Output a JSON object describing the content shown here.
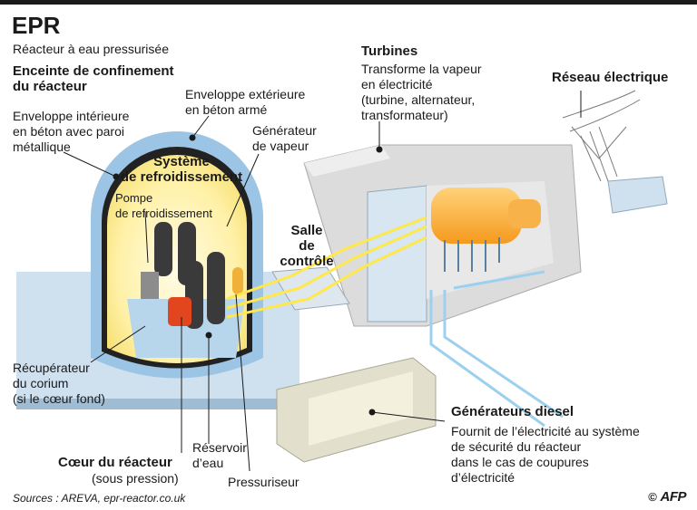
{
  "title": "EPR",
  "subtitle": "Réacteur à eau pressurisée",
  "containment": {
    "heading": [
      "Enceinte de confinement",
      "du réacteur"
    ],
    "inner_shell": [
      "Enveloppe intérieure",
      "en béton avec paroi",
      "métallique"
    ],
    "outer_shell": [
      "Enveloppe extérieure",
      "en béton armé"
    ]
  },
  "steam_generator": [
    "Générateur",
    "de vapeur"
  ],
  "cooling_system": [
    "Système",
    "de refroidissement"
  ],
  "cooling_pump": [
    "Pompe",
    "de refroidissement"
  ],
  "control_room": [
    "Salle",
    "de",
    "contrôle"
  ],
  "turbines": {
    "heading": "Turbines",
    "desc": [
      "Transforme la vapeur",
      "en électricité",
      "(turbine, alternateur,",
      "transformateur)"
    ]
  },
  "grid": "Réseau électrique",
  "corium": [
    "Récupérateur",
    "du corium",
    "(si le cœur fond)"
  ],
  "core": {
    "heading": "Cœur du réacteur",
    "note": "(sous pression)"
  },
  "water_tank": [
    "Réservoir",
    "d’eau"
  ],
  "pressurizer": "Pressuriseur",
  "diesel": {
    "heading": "Générateurs diesel",
    "desc": [
      "Fournit de l’électricité au système",
      "de sécurité du réacteur",
      "dans le cas de coupures",
      "d’électricité"
    ]
  },
  "sources": "Sources : AREVA, epr-reactor.co.uk",
  "credit": {
    "copyright": "©",
    "logo": "AFP"
  }
}
